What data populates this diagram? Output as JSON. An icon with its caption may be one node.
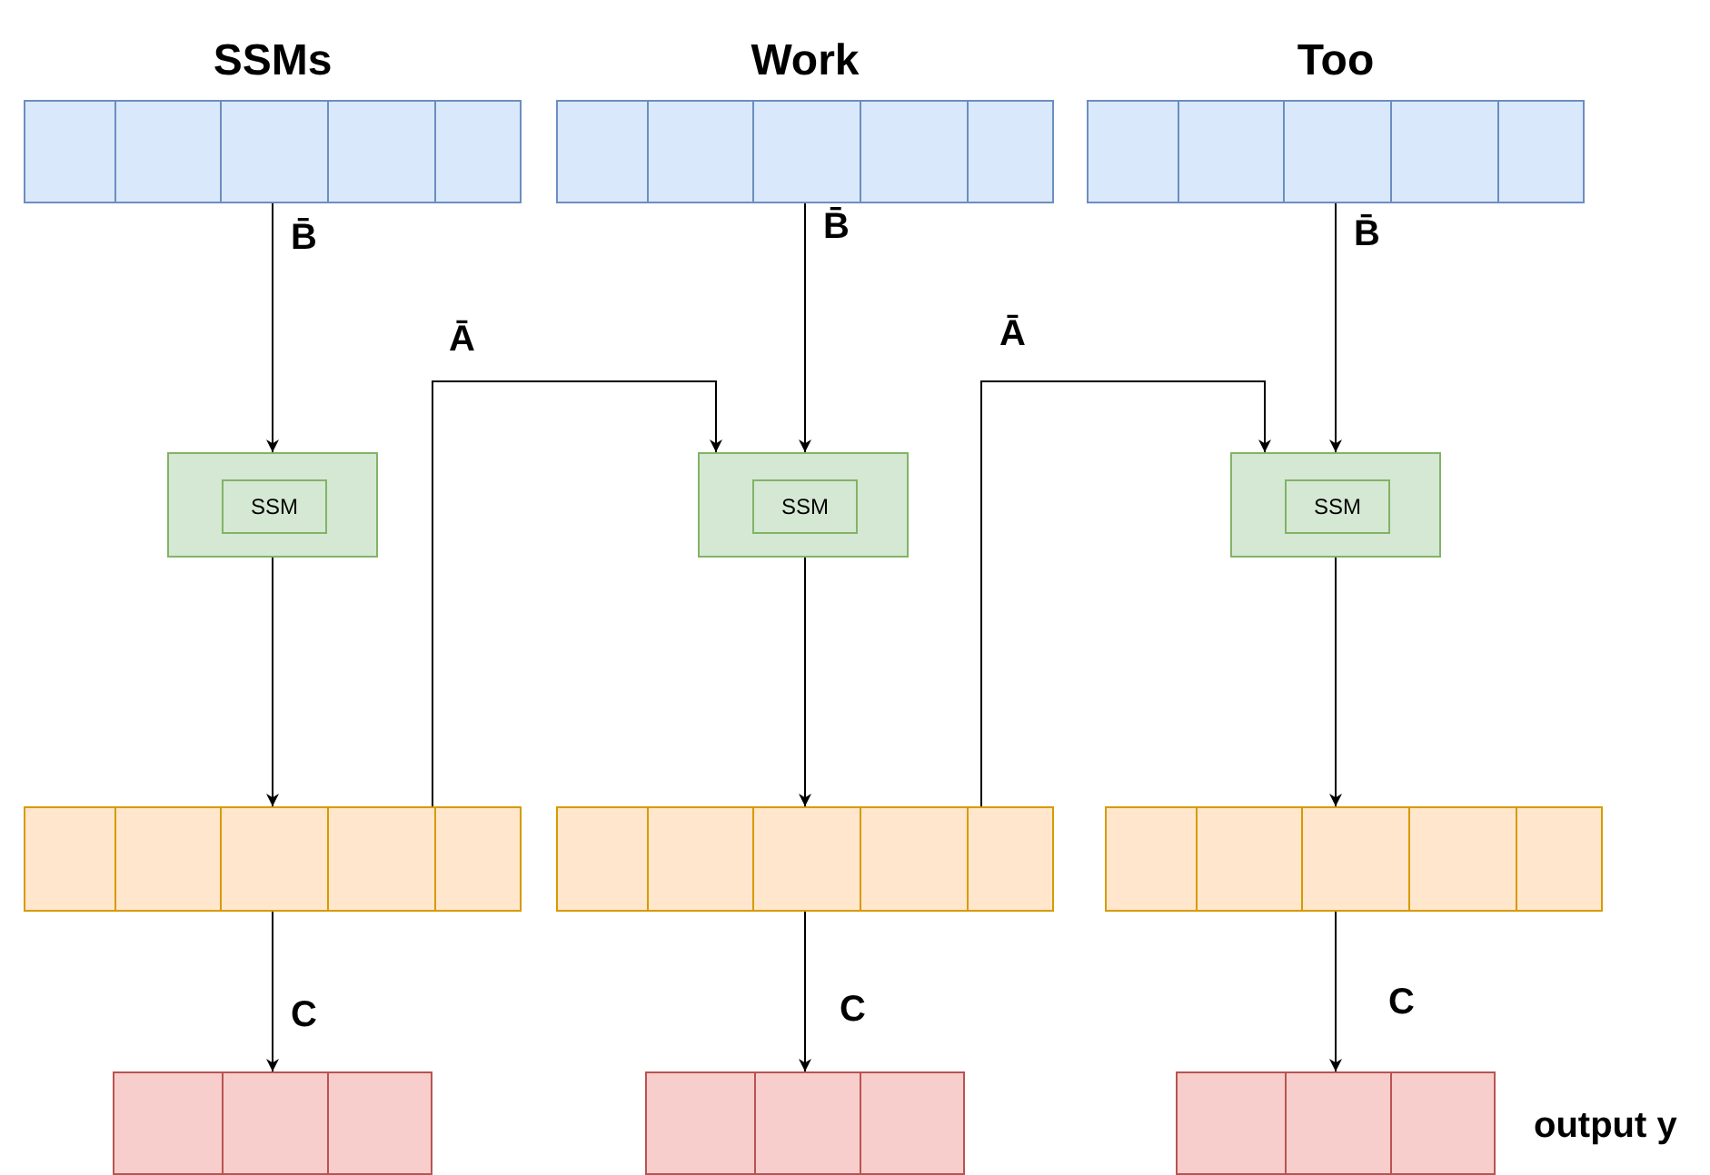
{
  "diagram": {
    "nodes": [
      {
        "text": [],
        "shape": "box",
        "beside": [
          "SSMs"
        ]
      },
      {
        "text": [],
        "shape": "box",
        "beside": [
          "Work"
        ]
      },
      {
        "text": [],
        "shape": "box",
        "beside": [
          "Too"
        ]
      },
      {
        "text": [],
        "shape": "box"
      },
      {
        "text": [
          "SSM"
        ],
        "in": 3
      },
      {
        "text": [],
        "shape": "box"
      },
      {
        "text": [
          "SSM"
        ],
        "in": 5
      },
      {
        "text": [],
        "shape": "box"
      },
      {
        "text": [
          "SSM"
        ],
        "in": 7
      },
      {
        "text": [],
        "shape": "box"
      },
      {
        "text": [],
        "shape": "box"
      },
      {
        "text": [],
        "shape": "box"
      },
      {
        "text": [],
        "shape": "box"
      },
      {
        "text": [],
        "shape": "box"
      },
      {
        "text": [],
        "shape": "box"
      }
    ],
    "edges": [
      {
        "from": 0,
        "to": 3,
        "arrow": "to",
        "label": "B̄"
      },
      {
        "from": 1,
        "to": 5,
        "arrow": "to",
        "label": "B̄"
      },
      {
        "from": 2,
        "to": 7,
        "arrow": "to",
        "label": "B̄"
      },
      {
        "from": 9,
        "to": 5,
        "arrow": "to",
        "label": "Ā"
      },
      {
        "from": 10,
        "to": 7,
        "arrow": "to",
        "label": "Ā"
      },
      {
        "from": 3,
        "to": 9,
        "arrow": "to"
      },
      {
        "from": 5,
        "to": 10,
        "arrow": "to"
      },
      {
        "from": 7,
        "to": 11,
        "arrow": "to"
      },
      {
        "from": 9,
        "to": 12,
        "arrow": "to",
        "label": "C"
      },
      {
        "from": 10,
        "to": 13,
        "arrow": "to",
        "label": "C"
      },
      {
        "from": 11,
        "to": 14,
        "arrow": "to",
        "label": "C"
      }
    ],
    "labels": [
      "output y"
    ]
  }
}
